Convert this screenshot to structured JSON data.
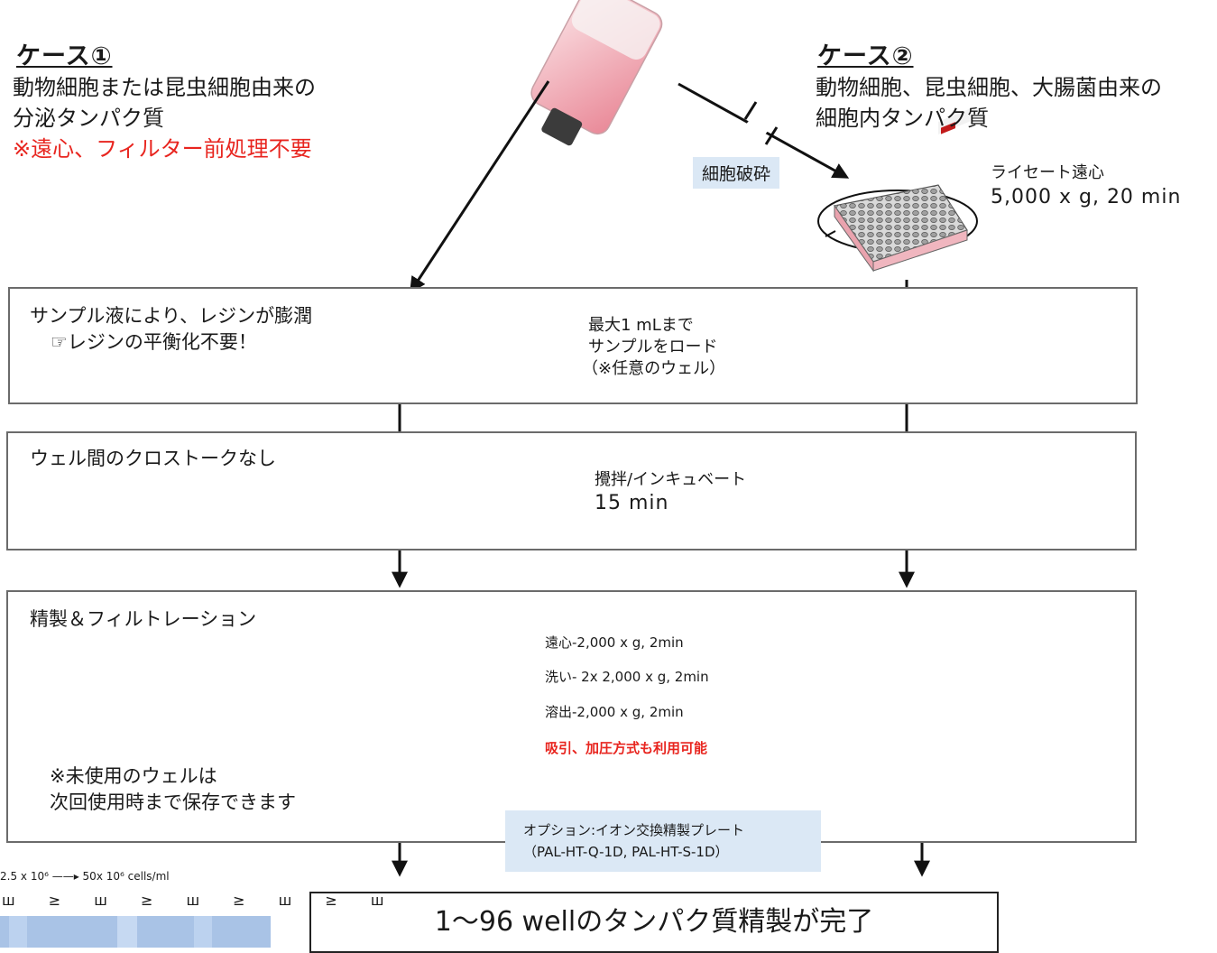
{
  "case1": {
    "title": "ケース①",
    "line1": "動物細胞または昆虫細胞由来の",
    "line2": "分泌タンパク質",
    "note": "※遠心、フィルター前処理不要"
  },
  "case2": {
    "title": "ケース②",
    "line1": "動物細胞、昆虫細胞、大腸菌由来の",
    "line2": "細胞内タンパク質"
  },
  "lysis_label": "細胞破砕",
  "lysate": {
    "line1": "ライセート遠心",
    "line2": "5,000 x g, 20 min"
  },
  "step1": {
    "left_line1": "サンプル液により、レジンが膨潤",
    "left_line2": "☞レジンの平衡化不要！",
    "center_line1": "最大1 mLまで",
    "center_line2": "サンプルをロード",
    "center_line3": "（※任意のウェル）"
  },
  "step2": {
    "left": "ウェル間のクロストークなし",
    "center_line1": "攪拌/インキュベート",
    "center_line2": "15 min"
  },
  "step3": {
    "title": "精製＆フィルトレーション",
    "spin1": "遠心-2,000 x g, 2min",
    "spin2": "洗い- 2x 2,000 x g, 2min",
    "spin3": "溶出-2,000 x g, 2min",
    "alt": "吸引、加圧方式も利用可能",
    "storage_line1": "※未使用のウェルは",
    "storage_line2": "次回使用時まで保存できます"
  },
  "option": {
    "line1": "オプション:イオン交換精製プレート",
    "line2": "（PAL-HT-Q-1D, PAL-HT-S-1D）"
  },
  "final": "1～96 wellのタンパク質精製が完了",
  "gel": {
    "header": "2.5 x 10⁶ ——▸ 50x 10⁶ cells/ml",
    "lanes": "ш ≥ ш ≥ ш ≥ ш ≥ ш"
  },
  "colors": {
    "red": "#e8251f",
    "tag_bg": "#dbe8f5",
    "shaker_blue": "#3d6fc4",
    "pink": "#f07a8a"
  }
}
